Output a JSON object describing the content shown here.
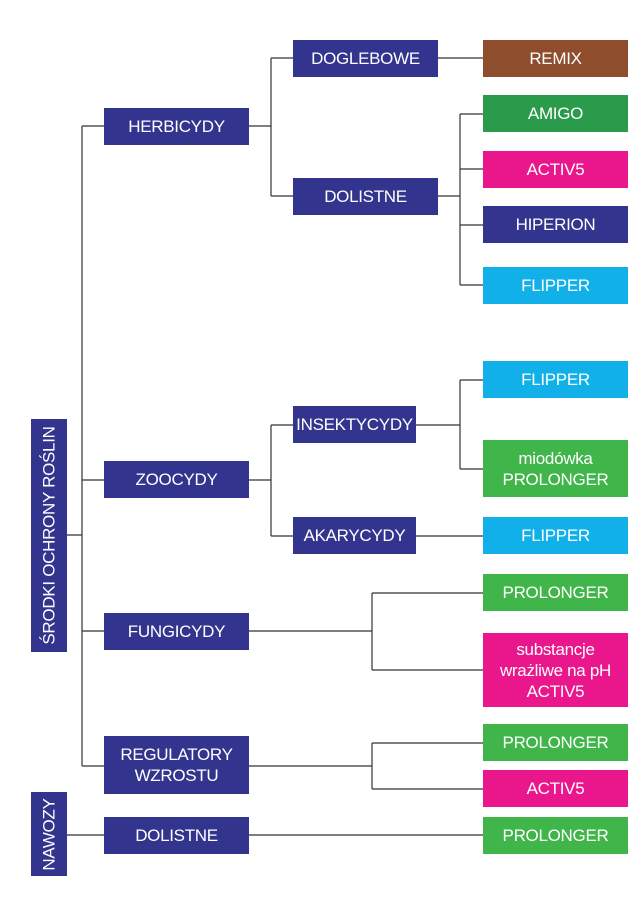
{
  "colors": {
    "category": "#33348e",
    "line": "#333333",
    "remix": "#8e4d2c",
    "amigo": "#2a9b4b",
    "activ5": "#ea168b",
    "hiperion": "#33348e",
    "flipper": "#12b0e8",
    "prolonger": "#40b549"
  },
  "roots": {
    "plant_protection": "ŚRODKI OCHRONY ROŚLIN",
    "fertilizers": "NAWOZY"
  },
  "categories": {
    "herbicides": "HERBICYDY",
    "zoocides": "ZOOCYDY",
    "fungicides": "FUNGICYDY",
    "growth_regulators": "REGULATORY\nWZROSTU",
    "foliar_fertilizers": "DOLISTNE"
  },
  "subcategories": {
    "soil": "DOGLEBOWE",
    "foliar": "DOLISTNE",
    "insecticides": "INSEKTYCYDY",
    "acaricides": "AKARYCYDY"
  },
  "products": {
    "remix": "REMIX",
    "amigo": "AMIGO",
    "activ5_herb": "ACTIV5",
    "hiperion": "HIPERION",
    "flipper_herb": "FLIPPER",
    "flipper_insect": "FLIPPER",
    "prolonger_aphid": "miodówka\nPROLONGER",
    "flipper_acar": "FLIPPER",
    "prolonger_fung": "PROLONGER",
    "activ5_fung": "substancje\nwrażliwe na pH\nACTIV5",
    "prolonger_growth": "PROLONGER",
    "activ5_growth": "ACTIV5",
    "prolonger_fert": "PROLONGER"
  }
}
